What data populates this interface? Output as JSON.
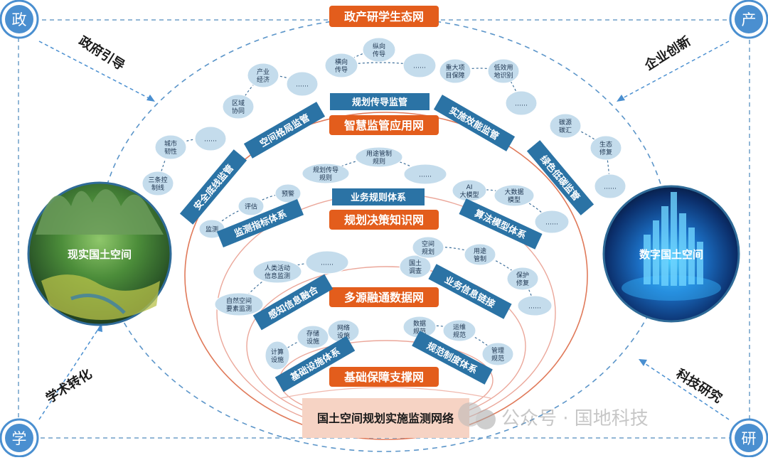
{
  "title": "政产研学生态网",
  "corners": {
    "zheng": "政",
    "chan": "产",
    "xue": "学",
    "yan": "研"
  },
  "flows": {
    "gov": "政府引导",
    "ent": "企业创新",
    "acad": "学术转化",
    "tech": "科技研究"
  },
  "real_space": "现实国土空间",
  "digital_space": "数字国土空间",
  "networks": {
    "n1": "智慧监管应用网",
    "n2": "规划决策知识网",
    "n3": "多源融通数据网",
    "n4": "基础保障支撑网"
  },
  "bottom": "国土空间规划实施监测网络",
  "watermark": "公众号 · 国地科技",
  "colors": {
    "orange": "#e35d1c",
    "blue": "#2b73a5",
    "bubble": "#c4dcec",
    "corner": "#4a8fd0"
  },
  "groups": [
    {
      "label": "规划传导监管",
      "items": [
        [
          "纵向",
          "传导"
        ],
        [
          "横向",
          "传导"
        ],
        [
          "……"
        ]
      ]
    },
    {
      "label": "空间格局监管",
      "items": [
        [
          "区域",
          "协同"
        ],
        [
          "产业",
          "经济"
        ],
        [
          "……"
        ]
      ]
    },
    {
      "label": "实施效能监管",
      "items": [
        [
          "重大项",
          "目保障"
        ],
        [
          "低效用",
          "地识别"
        ],
        [
          "……"
        ]
      ]
    },
    {
      "label": "安全底线监管",
      "items": [
        [
          "三条控",
          "制线"
        ],
        [
          "城市",
          "韧性"
        ],
        [
          "……"
        ]
      ]
    },
    {
      "label": "绿色低碳监管",
      "items": [
        [
          "碳源",
          "碳汇"
        ],
        [
          "生态",
          "修复"
        ],
        [
          "……"
        ]
      ]
    },
    {
      "label": "业务规则体系",
      "items": [
        [
          "规划传导",
          "规则"
        ],
        [
          "用途管制",
          "规则"
        ],
        [
          "……"
        ]
      ]
    },
    {
      "label": "监测指标体系",
      "items": [
        [
          "监测"
        ],
        [
          "评估"
        ],
        [
          "预警"
        ]
      ]
    },
    {
      "label": "算法模型体系",
      "items": [
        [
          "AI",
          "大模型"
        ],
        [
          "大数据",
          "模型"
        ],
        [
          "……"
        ]
      ]
    },
    {
      "label": "感知信息融合",
      "items": [
        [
          "自然空间",
          "要素监测"
        ],
        [
          "人类活动",
          "信息监测"
        ],
        [
          "……"
        ]
      ]
    },
    {
      "label": "业务信息链接",
      "items": [
        [
          "国土",
          "调查"
        ],
        [
          "空间",
          "规划"
        ],
        [
          "用途",
          "管制"
        ],
        [
          "保护",
          "修复"
        ],
        [
          "……"
        ]
      ]
    },
    {
      "label": "基础设施体系",
      "items": [
        [
          "计算",
          "设施"
        ],
        [
          "存储",
          "设施"
        ],
        [
          "网络",
          "设施"
        ]
      ]
    },
    {
      "label": "规范制度体系",
      "items": [
        [
          "数据",
          "规范"
        ],
        [
          "运维",
          "规范"
        ],
        [
          "管理",
          "规范"
        ]
      ]
    }
  ]
}
